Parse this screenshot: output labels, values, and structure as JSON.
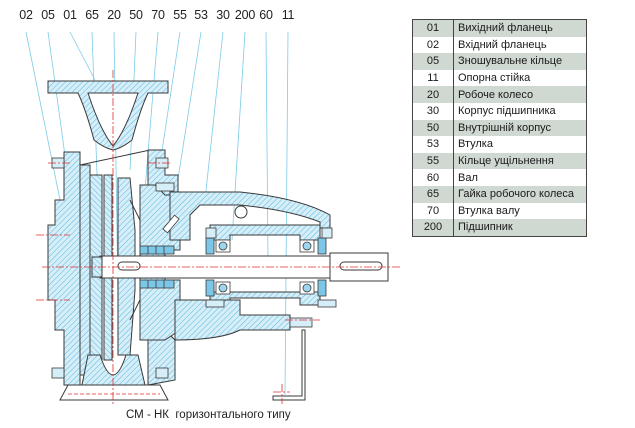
{
  "diagram": {
    "title": "СМ - НК  горизонтального типу",
    "callouts": [
      {
        "label": "02"
      },
      {
        "label": "05"
      },
      {
        "label": "01"
      },
      {
        "label": "65"
      },
      {
        "label": "20"
      },
      {
        "label": "50"
      },
      {
        "label": "70"
      },
      {
        "label": "55"
      },
      {
        "label": "53"
      },
      {
        "label": "30"
      },
      {
        "label": "200"
      },
      {
        "label": "60"
      },
      {
        "label": "11"
      }
    ],
    "colors": {
      "section_fill": "#cfe9f5",
      "hatch": "#5ab8e0",
      "outline": "#3a3a3a",
      "centerline": "#e03030",
      "leader": "#7ccbe8",
      "table_shade": "#cfd8d1"
    }
  },
  "parts_table": {
    "rows": [
      {
        "code": "01",
        "name": "Вихідний фланець"
      },
      {
        "code": "02",
        "name": "Вхідний фланець"
      },
      {
        "code": "05",
        "name": "Зношувальне кільце"
      },
      {
        "code": "11",
        "name": "Опорна стійка"
      },
      {
        "code": "20",
        "name": "Робоче колесо"
      },
      {
        "code": "30",
        "name": "Корпус підшипника"
      },
      {
        "code": "50",
        "name": "Внутрішній корпус"
      },
      {
        "code": "53",
        "name": "Втулка"
      },
      {
        "code": "55",
        "name": "Кільце ущільнення"
      },
      {
        "code": "60",
        "name": "Вал"
      },
      {
        "code": "65",
        "name": "Гайка робочого колеса"
      },
      {
        "code": "70",
        "name": "Втулка валу"
      },
      {
        "code": "200",
        "name": "Підшипник"
      }
    ]
  }
}
